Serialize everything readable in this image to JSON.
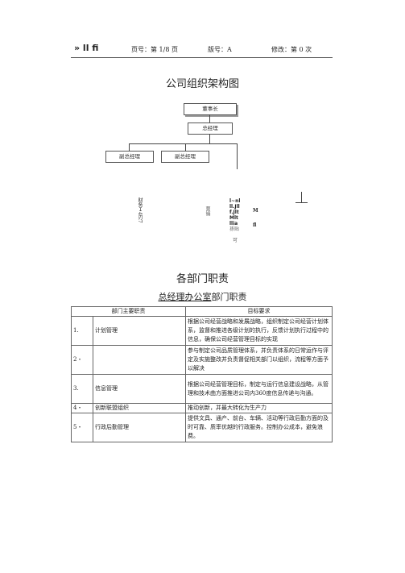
{
  "header": {
    "logo": "» ll fi",
    "page": "页号：第 1/8 页",
    "version": "版号：A",
    "revision": "修改：第 0 次"
  },
  "org": {
    "title": "公司组织架构图",
    "chairman": "董事长",
    "gm": "总经理",
    "deputy_left": "副总经理",
    "deputy_right": "副总经理",
    "vtext_left": "财务Ｉ4刃7",
    "vtext_mid": "营销",
    "garbled_a": "l~nl",
    "garbled_b": "ll.Jll",
    "garbled_c": "f.Jlt",
    "garbled_d": "Mlt",
    "garbled_e": "llia",
    "garbled_f": "孫贴",
    "garbled_g": "可",
    "garbled_m": "M",
    "garbled_fl": "fl"
  },
  "duties": {
    "title": "各部门职责",
    "subtitle_ul": "总经理办公室",
    "subtitle_rest": "部门职责",
    "col_dept": "部门主要职责",
    "col_goal": "目标要求",
    "rows": [
      {
        "num": "1.",
        "name": "计划管理",
        "goal": "根据公司经营战略和发展战略，组织制定公司经营计划体系，监督和推进各级计划的执行，反馈计划执行过程中的信息，确保公司经营管理目标的实现"
      },
      {
        "num": "2・",
        "name": "",
        "goal": "参与制定公司品质管理体系，并负责体系的日常运作与评定及实施整改并负责督促相关部门以组织，流程等方面予以解决"
      },
      {
        "num": "3.",
        "name": "信息管理",
        "goal": "根据公司经营管理目标，制定与运行信息建设战略，从管理和技术曲方面推进公司内360度信息传递与沟通。"
      },
      {
        "num": "4・",
        "name": "创新联盟组织",
        "goal": "推动创新，并最大转化为生产力"
      },
      {
        "num": "5・",
        "name": "行政后勤管理",
        "goal": "提供文具、通产、前台、车辆、活动等行政后勤方面的及时可靠、质率优越的行政服务。控制办公成本，避免浪费。"
      }
    ]
  }
}
